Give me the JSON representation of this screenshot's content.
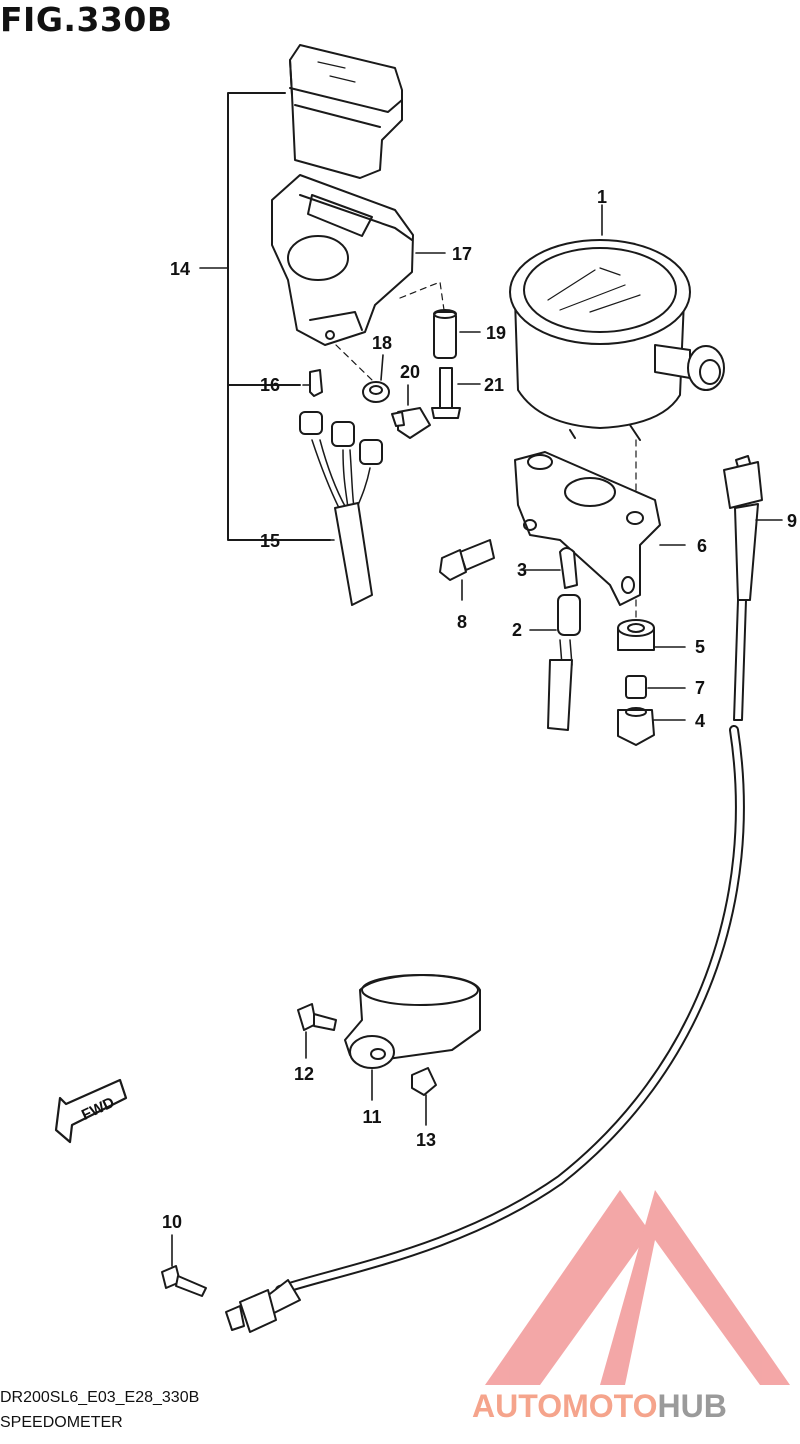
{
  "figure": {
    "title": "FIG.330B"
  },
  "footer": {
    "code": "DR200SL6_E03_E28_330B",
    "name": "SPEEDOMETER"
  },
  "fwd_label": "FWD",
  "watermark": {
    "text_a": "AUTOMOTO",
    "text_b": "HUB",
    "color_a": "#f5a48c",
    "color_b": "#9a9a9a",
    "triangle_color": "#f08a8a"
  },
  "callouts": [
    "1",
    "2",
    "3",
    "4",
    "5",
    "6",
    "7",
    "8",
    "9",
    "10",
    "11",
    "12",
    "13",
    "14",
    "15",
    "16",
    "17",
    "18",
    "19",
    "20",
    "21"
  ],
  "line_color": "#1a1a1a"
}
